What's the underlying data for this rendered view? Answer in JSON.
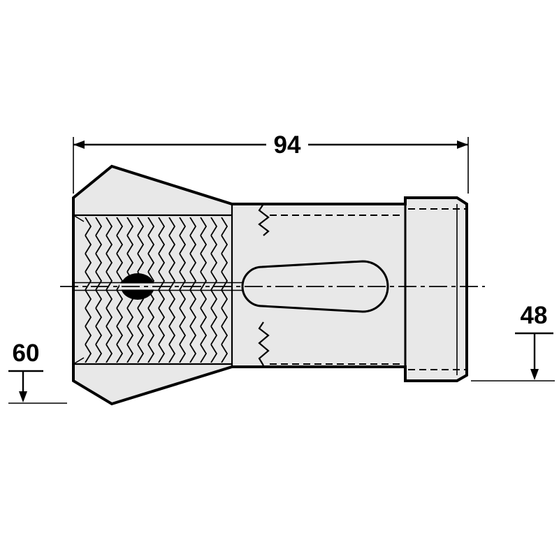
{
  "diagram": {
    "dimensions": {
      "overall_length": "94",
      "head_diameter": "60",
      "shank_diameter": "48"
    },
    "colors": {
      "line": "#000000",
      "body_fill": "#e8e8e8",
      "background": "#ffffff"
    }
  }
}
